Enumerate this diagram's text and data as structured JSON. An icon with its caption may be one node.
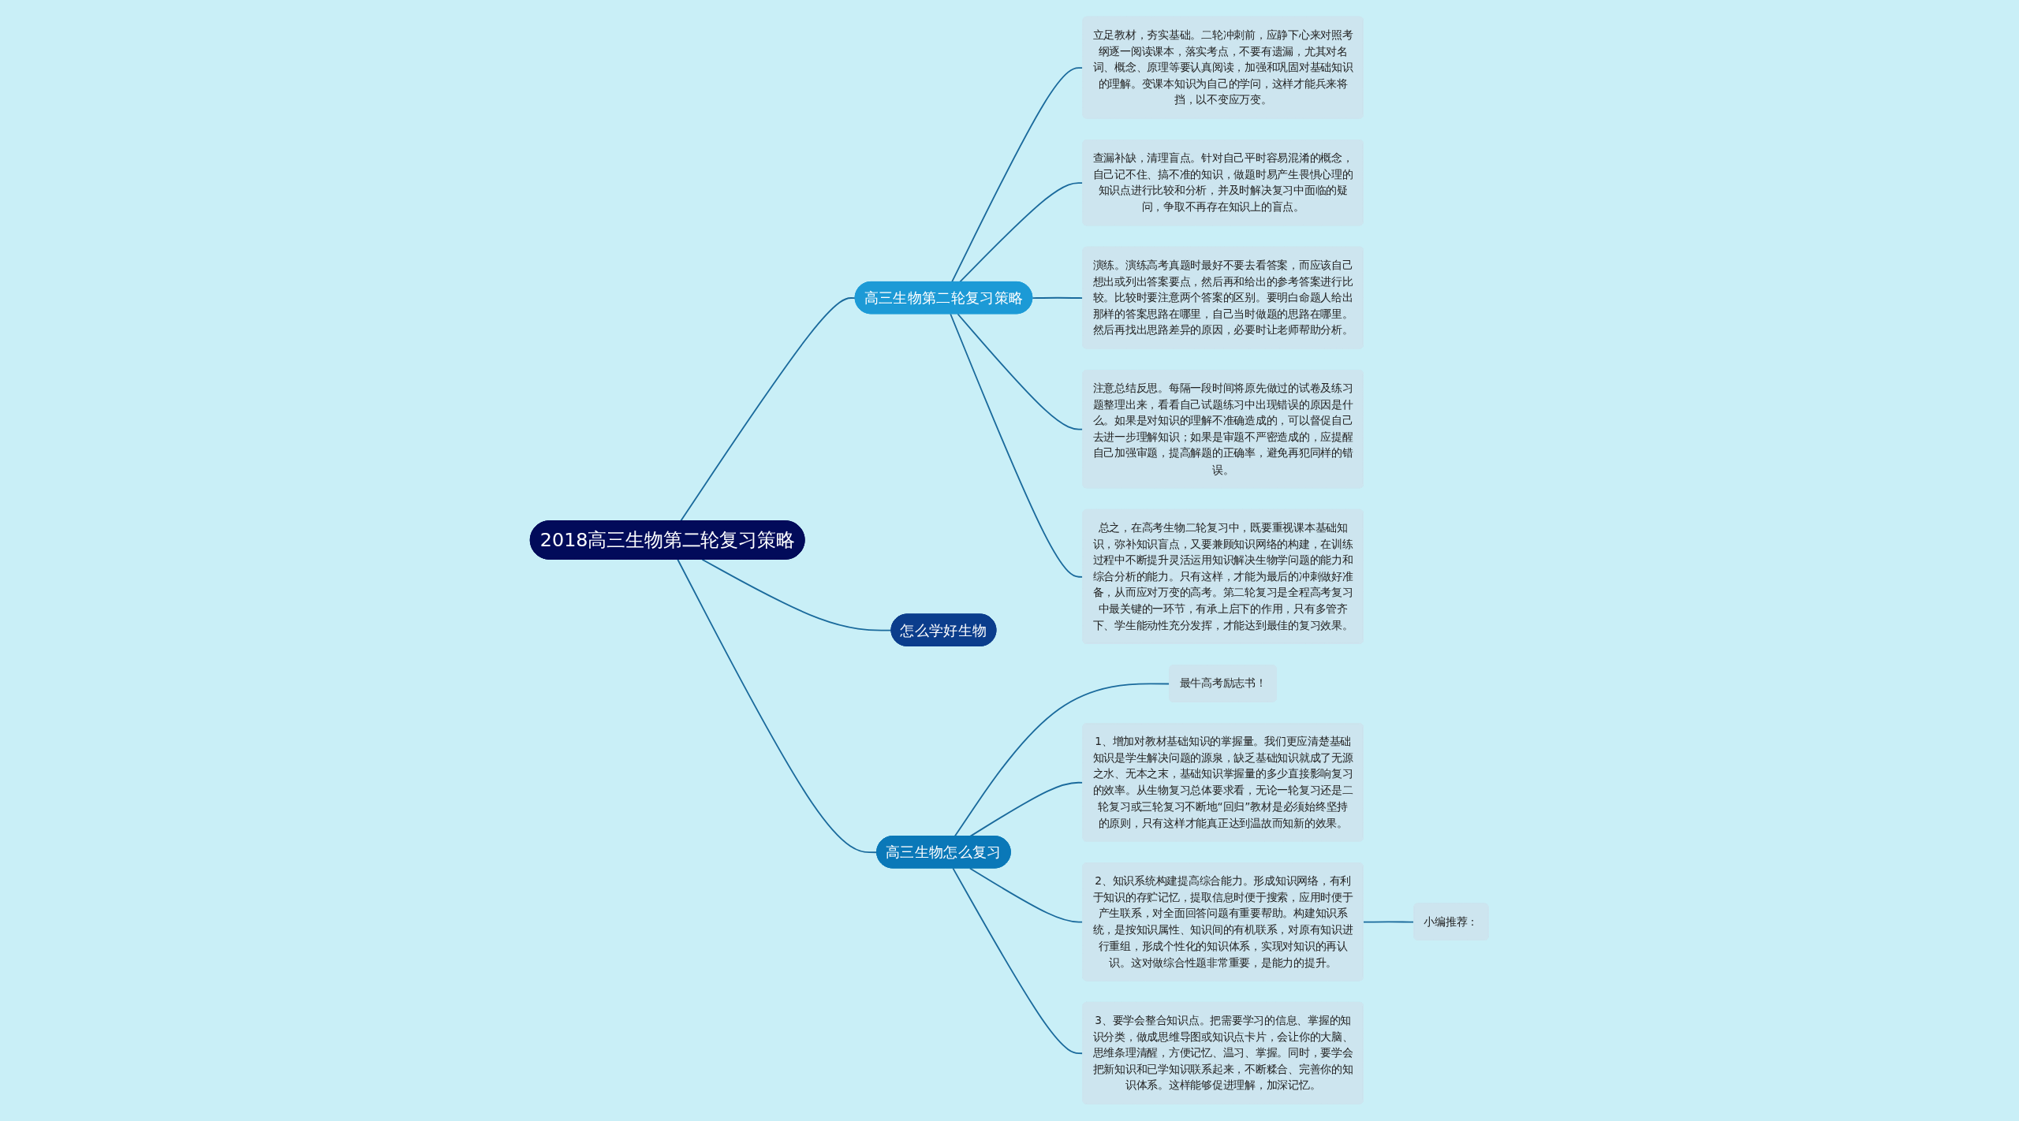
{
  "diagram": {
    "nodes": [
      {
        "text": [
          "2018高三生物第二轮复习策略"
        ]
      },
      {
        "text": [
          "高三生物第二轮复习策略"
        ]
      },
      {
        "text": [
          "立足教材，夯实基础。二轮冲刺前，应静下心来对照考纲逐一阅读课本，落实考点，不要有遗漏，尤其对名词、概念、原理等要认真阅读，加强和巩固对基础知识的理解。变课本知识为自己的学问，这样才能兵来将挡，以不变应万变。"
        ]
      },
      {
        "text": [
          "查漏补缺，清理盲点。针对自己平时容易混淆的概念，自己记不住、搞不准的知识，做题时易产生畏惧心理的知识点进行比较和分析，并及时解决复习中面临的疑问，争取不再存在知识上的盲点。"
        ]
      },
      {
        "text": [
          "演练。演练高考真题时最好不要去看答案，而应该自己想出或列出答案要点，然后再和给出的参考答案进行比较。比较时要注意两个答案的区别。要明白命题人给出那样的答案思路在哪里，自己当时做题的思路在哪里。然后再找出思路差异的原因，必要时让老师帮助分析。"
        ]
      },
      {
        "text": [
          "注意总结反思。每隔一段时间将原先做过的试卷及练习题整理出来，看看自己试题练习中出现错误的原因是什么。如果是对知识的理解不准确造成的，可以督促自己去进一步理解知识；如果是审题不严密造成的，应提醒自己加强审题，提高解题的正确率，避免再犯同样的错误。"
        ]
      },
      {
        "text": [
          "总之，在高考生物二轮复习中，既要重视课本基础知识，弥补知识盲点，又要兼顾知识网络的构建，在训练过程中不断提升灵活运用知识解决生物学问题的能力和综合分析的能力。只有这样，才能为最后的冲刺做好准备，从而应对万变的高考。第二轮复习是全程高考复习中最关键的一环节，有承上启下的作用，只有多管齐下、学生能动性充分发挥，才能达到最佳的复习效果。"
        ]
      },
      {
        "text": [
          "怎么学好生物"
        ]
      },
      {
        "text": [
          "高三生物怎么复习"
        ]
      },
      {
        "text": [
          "最牛高考励志书！"
        ]
      },
      {
        "text": [
          "1、增加对教材基础知识的掌握量。我们更应清楚基础知识是学生解决问题的源泉，缺乏基础知识就成了无源之水、无本之末，基础知识掌握量的多少直接影响复习的效率。从生物复习总体要求看，无论一轮复习还是二轮复习或三轮复习不断地“回归”教材是必须始终坚持的原则，只有这样才能真正达到温故而知新的效果。"
        ]
      },
      {
        "text": [
          "2、知识系统构建提高综合能力。形成知识网络，有利于知识的存贮记忆，提取信息时便于搜索，应用时便于产生联系，对全面回答问题有重要帮助。构建知识系统，是按知识属性、知识间的有机联系，对原有知识进行重组，形成个性化的知识体系，实现对知识的再认识。这对做综合性题非常重要，是能力的提升。"
        ]
      },
      {
        "text": [
          "3、要学会整合知识点。把需要学习的信息、掌握的知识分类，做成思维导图或知识点卡片，会让你的大脑、思维条理清醒，方便记忆、温习、掌握。同时，要学会把新知识和已学知识联系起来，不断糅合、完善你的知识体系。这样能够促进理解，加深记忆。"
        ]
      },
      {
        "text": [
          "小编推荐："
        ]
      }
    ],
    "edges": [
      {
        "from": 0,
        "to": 1,
        "arrow": "none"
      },
      {
        "from": 1,
        "to": 2,
        "arrow": "none"
      },
      {
        "from": 1,
        "to": 3,
        "arrow": "none"
      },
      {
        "from": 1,
        "to": 4,
        "arrow": "none"
      },
      {
        "from": 1,
        "to": 5,
        "arrow": "none"
      },
      {
        "from": 1,
        "to": 6,
        "arrow": "none"
      },
      {
        "from": 0,
        "to": 7,
        "arrow": "none"
      },
      {
        "from": 0,
        "to": 8,
        "arrow": "none"
      },
      {
        "from": 8,
        "to": 9,
        "arrow": "none"
      },
      {
        "from": 8,
        "to": 10,
        "arrow": "none"
      },
      {
        "from": 8,
        "to": 11,
        "arrow": "none"
      },
      {
        "from": 8,
        "to": 12,
        "arrow": "none"
      },
      {
        "from": 11,
        "to": 13,
        "arrow": "none"
      }
    ]
  }
}
